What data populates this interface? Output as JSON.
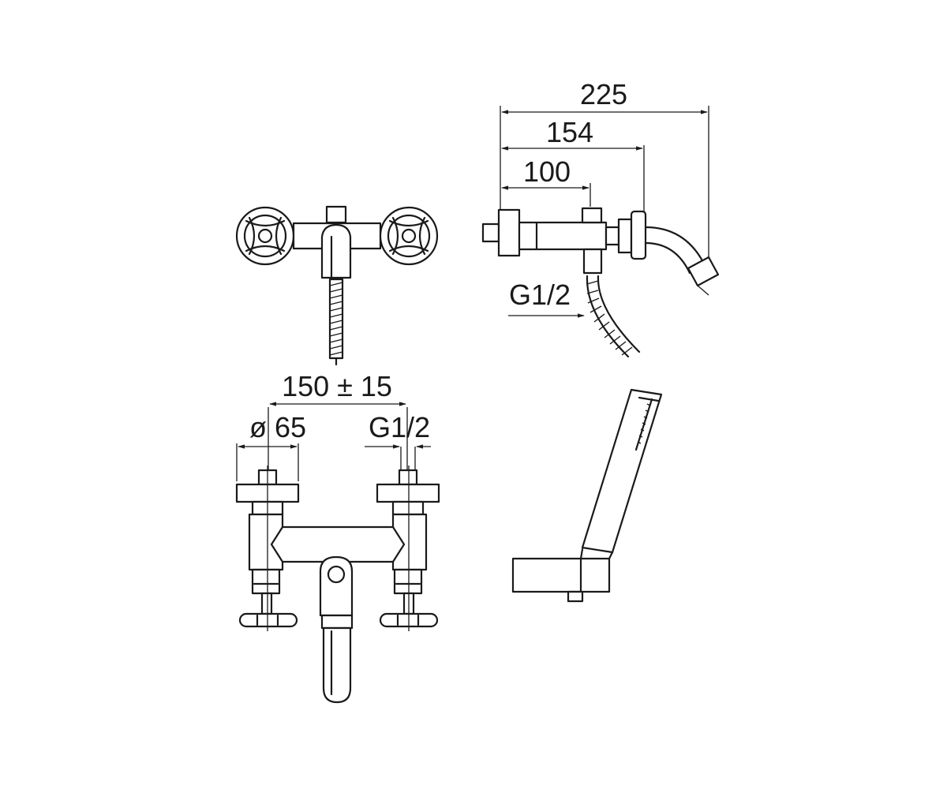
{
  "front_view": {
    "dim_width": "150 ± 15",
    "dim_diameter": "ø 65",
    "dim_thread": "G1/2"
  },
  "side_view": {
    "dim_total": "225",
    "dim_mid": "154",
    "dim_short": "100",
    "dim_thread": "G1/2"
  }
}
